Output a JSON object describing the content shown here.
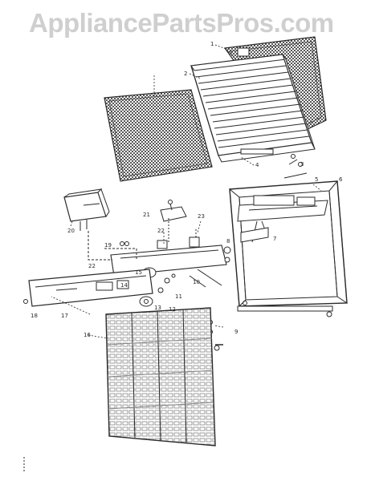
{
  "watermark": "AppliancePartsPros.com",
  "colors": {
    "ink": "#2a2a2a",
    "watermark": "#cfcfcf",
    "mesh": "#3a3a3a"
  },
  "callouts": {
    "c1": "1",
    "c2": "2",
    "c3": "3",
    "c4": "4",
    "c5": "5",
    "c6": "6",
    "c7": "7",
    "c8": "8",
    "c9": "9",
    "c10": "10",
    "c11": "11",
    "c12": "12",
    "c13": "13",
    "c14": "14",
    "c15": "15",
    "c16": "16",
    "c17": "17",
    "c18": "18",
    "c19": "19",
    "c20": "20",
    "c21": "21",
    "c22": "22",
    "c22b": "22",
    "c23": "23"
  }
}
